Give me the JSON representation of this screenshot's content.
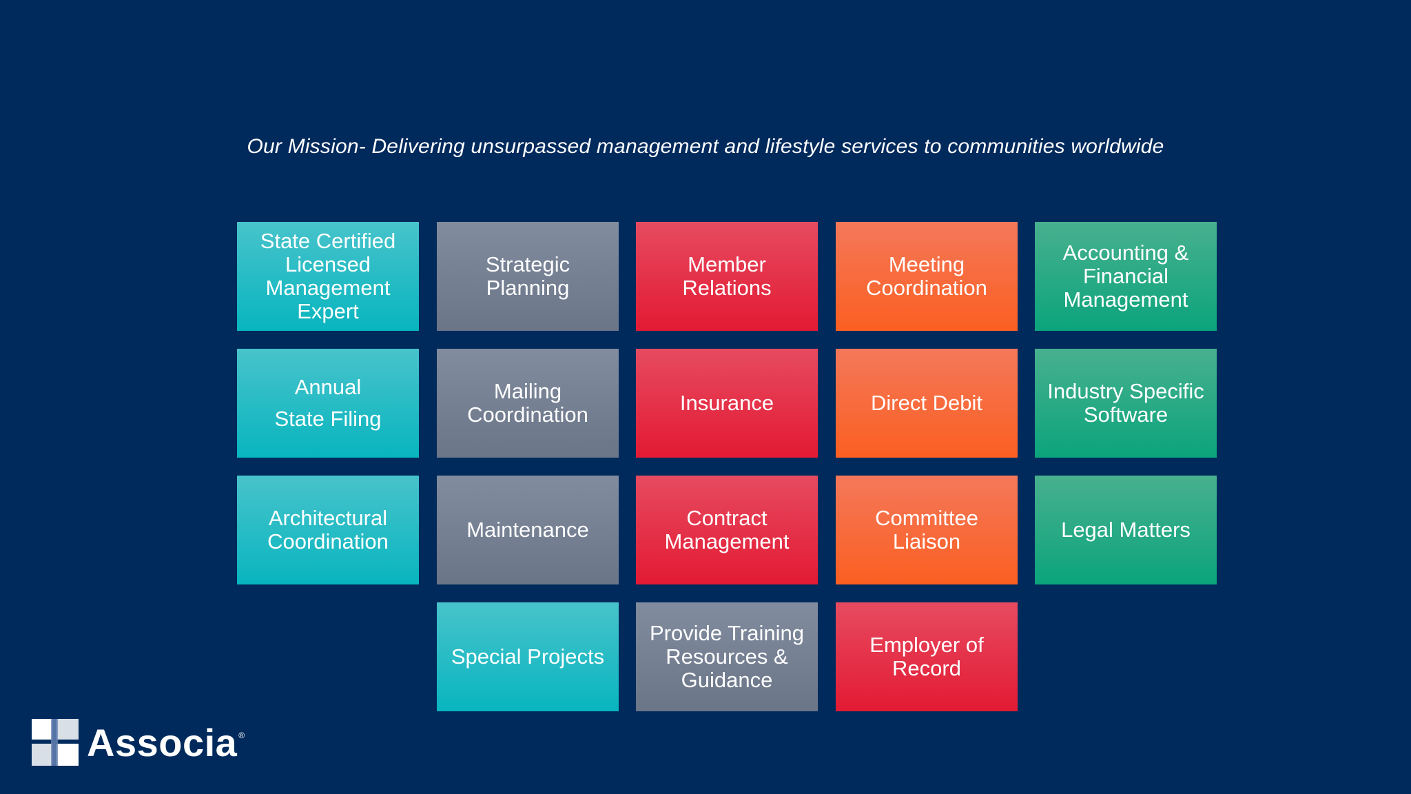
{
  "mission": "Our Mission- Delivering unsurpassed management and lifestyle services to communities worldwide",
  "tiles": [
    "State Certified\nLicensed\nManagement\nExpert",
    "Strategic\nPlanning",
    "Member\nRelations",
    "Meeting\nCoordination",
    "Accounting &\nFinancial\nManagement",
    "Annual\nState Filing",
    "Mailing\nCoordination",
    "Insurance",
    "Direct Debit",
    "Industry Specific\nSoftware",
    "Architectural\nCoordination",
    "Maintenance",
    "Contract\nManagement",
    "Committee\nLiaison",
    "Legal Matters",
    "Special Projects",
    "Provide Training\nResources &\nGuidance",
    "Employer of\nRecord"
  ],
  "colors": {
    "background": "#002a5c",
    "teal": "#08b5bf",
    "gray": "#6b7588",
    "red": "#e31a33",
    "orange": "#fb5f21",
    "green": "#0ba47c"
  },
  "logo": {
    "name": "Associa",
    "registered_mark": "®"
  }
}
